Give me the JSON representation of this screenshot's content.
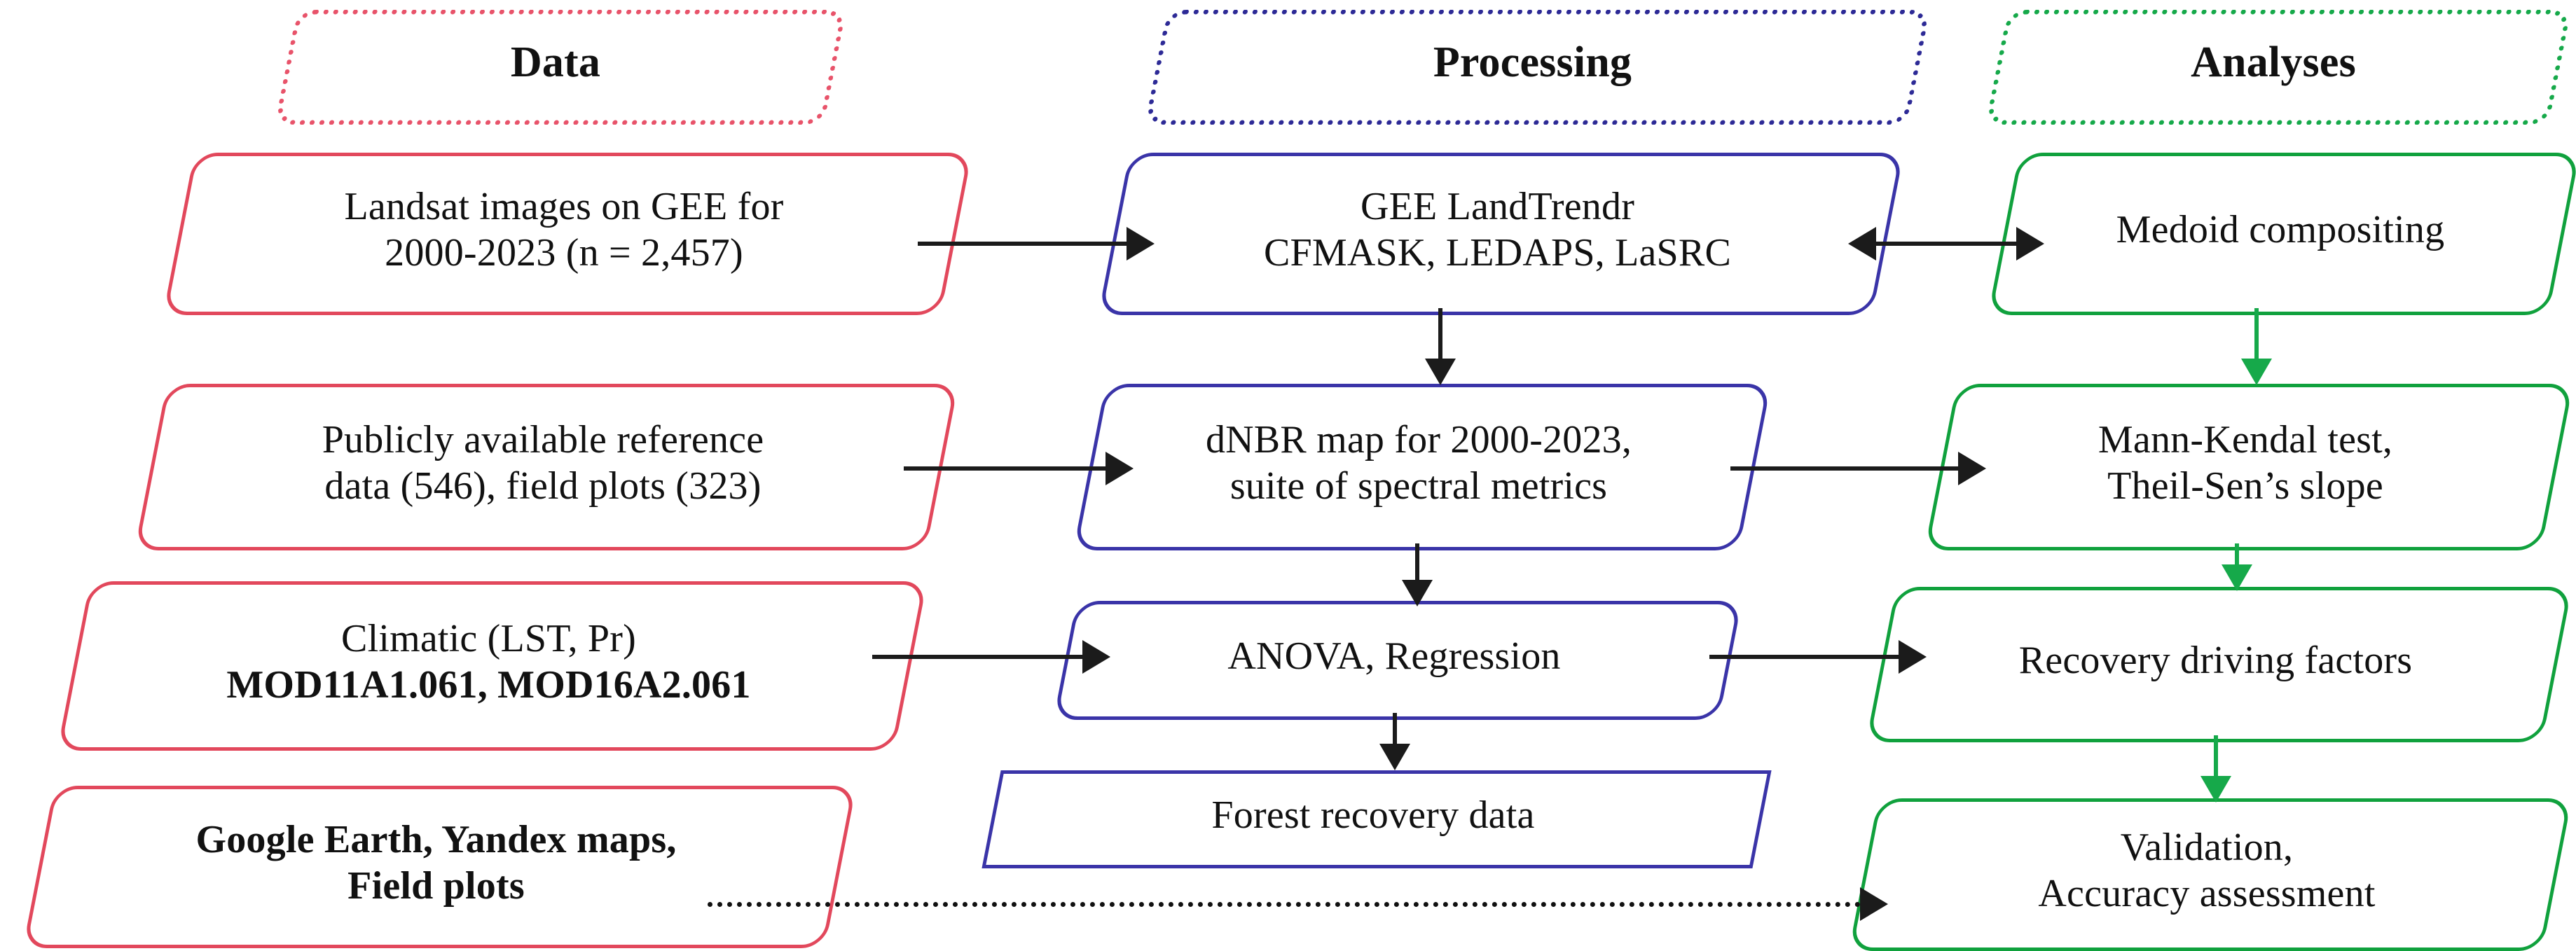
{
  "figure": {
    "type": "flowchart",
    "title": "Forest recovery research workflow",
    "columns": [
      {
        "id": "data",
        "header": "Data",
        "color": "#e2485c"
      },
      {
        "id": "processing",
        "header": "Processing",
        "color": "#3a34a8"
      },
      {
        "id": "analyses",
        "header": "Analyses",
        "color": "#10a13d"
      }
    ]
  },
  "nodes": {
    "data": [
      {
        "lines": [
          "Landsat images on GEE for",
          "2000-2023 (n = 2,457)"
        ]
      },
      {
        "lines": [
          "Publicly available reference",
          "data (546), field plots (323)"
        ]
      },
      {
        "lines": [
          "Climatic (LST, Pr)",
          "MOD11A1.061, MOD16A2.061"
        ]
      },
      {
        "lines": [
          "Google Earth, Yandex maps,",
          "Field plots"
        ]
      }
    ],
    "processing": [
      {
        "lines": [
          "GEE LandTrendr",
          "CFMASK, LEDAPS, LaSRC"
        ]
      },
      {
        "lines": [
          "dNBR map for 2000-2023,",
          "suite of spectral metrics"
        ]
      },
      {
        "lines": [
          "ANOVA, Regression"
        ]
      },
      {
        "lines": [
          "Forest recovery data"
        ]
      }
    ],
    "analyses": [
      {
        "lines": [
          "Medoid compositing"
        ]
      },
      {
        "lines": [
          "Mann-Kendal test,",
          "Theil-Sen’s slope"
        ]
      },
      {
        "lines": [
          "Recovery driving factors"
        ]
      },
      {
        "lines": [
          "Validation,",
          "Accuracy assessment"
        ]
      }
    ]
  },
  "connectors": [
    {
      "from": "data.0",
      "to": "processing.0",
      "style": "solid",
      "direction": "right"
    },
    {
      "from": "processing.0",
      "to": "analyses.0",
      "style": "solid",
      "direction": "both"
    },
    {
      "from": "processing.0",
      "to": "processing.1",
      "style": "solid",
      "direction": "down"
    },
    {
      "from": "analyses.0",
      "to": "analyses.1",
      "style": "solid",
      "direction": "down"
    },
    {
      "from": "data.1",
      "to": "processing.1",
      "style": "solid",
      "direction": "right"
    },
    {
      "from": "processing.1",
      "to": "analyses.1",
      "style": "solid",
      "direction": "right"
    },
    {
      "from": "processing.1",
      "to": "processing.2",
      "style": "solid",
      "direction": "down"
    },
    {
      "from": "analyses.1",
      "to": "analyses.2",
      "style": "solid",
      "direction": "down"
    },
    {
      "from": "data.2",
      "to": "processing.2",
      "style": "solid",
      "direction": "right"
    },
    {
      "from": "processing.2",
      "to": "analyses.2",
      "style": "solid",
      "direction": "right"
    },
    {
      "from": "processing.2",
      "to": "processing.3",
      "style": "solid",
      "direction": "down"
    },
    {
      "from": "analyses.2",
      "to": "analyses.3",
      "style": "solid",
      "direction": "down"
    },
    {
      "from": "data.3",
      "to": "analyses.3",
      "style": "dotted",
      "direction": "right"
    }
  ]
}
